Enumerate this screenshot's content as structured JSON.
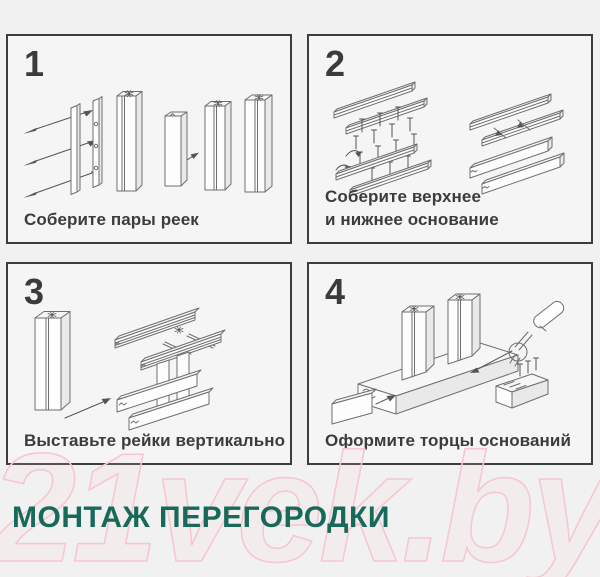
{
  "steps": [
    {
      "number": "1",
      "caption": "Соберите пары реек"
    },
    {
      "number": "2",
      "caption": "Соберите верхнее\nи нижнее основание"
    },
    {
      "number": "3",
      "caption": "Выставьте рейки вертикально"
    },
    {
      "number": "4",
      "caption": "Оформите торцы оснований"
    }
  ],
  "footer": {
    "title": "МОНТАЖ ПЕРЕГОРОДКИ"
  },
  "watermark": {
    "text": "21vek.by"
  },
  "colors": {
    "title_accent": "#176a5a",
    "watermark_pink": "#f6c7d2",
    "panel_border": "#3d3d3d",
    "background": "#f1f1f2",
    "line_art": "#6e6e6e"
  }
}
